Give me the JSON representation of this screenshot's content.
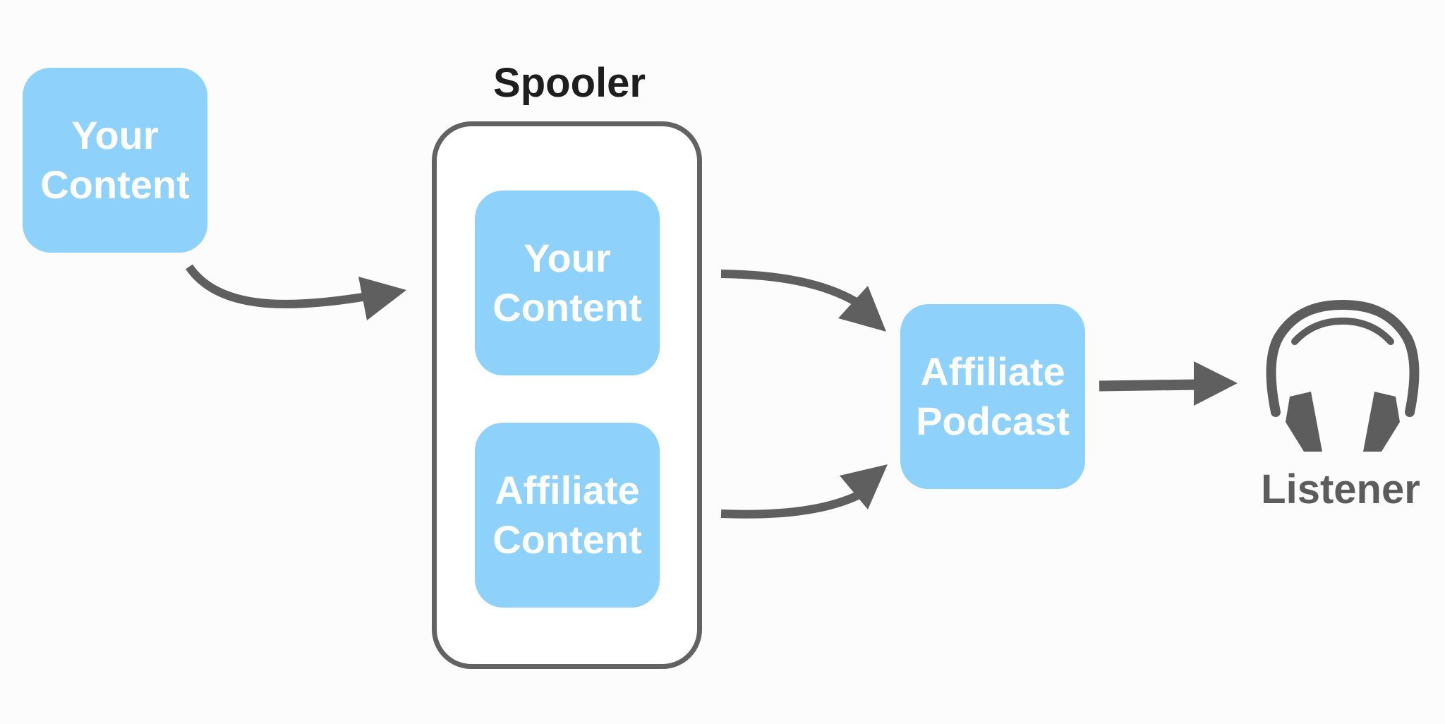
{
  "spooler": {
    "title": "Spooler"
  },
  "boxes": {
    "source_content": "Your\nContent",
    "spooler_your_content": "Your\nContent",
    "spooler_affiliate_content": "Affiliate\nContent",
    "affiliate_podcast": "Affiliate\nPodcast"
  },
  "listener": {
    "label": "Listener",
    "icon": "headphones-icon"
  },
  "colors": {
    "box_fill": "#8ed1fb",
    "box_text": "#ffffff",
    "arrow": "#5f5f5f",
    "frame": "#626262"
  }
}
